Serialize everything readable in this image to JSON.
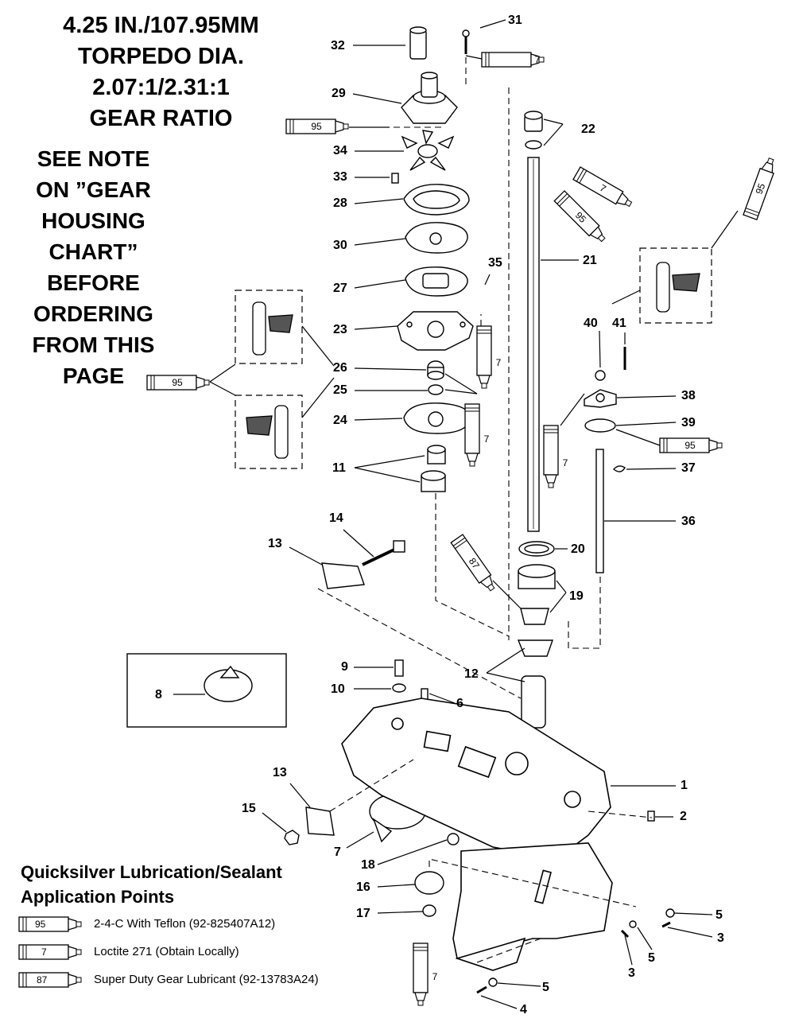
{
  "header": {
    "title_lines": [
      "4.25 IN./107.95MM",
      "TORPEDO DIA.",
      "2.07:1/2.31:1",
      "GEAR RATIO"
    ]
  },
  "note": {
    "lines": [
      "SEE NOTE",
      "ON ”GEAR",
      "HOUSING",
      "CHART”",
      "BEFORE",
      "ORDERING",
      "FROM THIS",
      "PAGE"
    ]
  },
  "callouts": [
    "1",
    "2",
    "3",
    "3",
    "4",
    "5",
    "5",
    "5",
    "6",
    "7",
    "8",
    "9",
    "10",
    "11",
    "12",
    "13",
    "13",
    "14",
    "15",
    "16",
    "17",
    "18",
    "19",
    "20",
    "21",
    "22",
    "23",
    "24",
    "25",
    "26",
    "27",
    "28",
    "29",
    "30",
    "31",
    "32",
    "33",
    "34",
    "35",
    "36",
    "37",
    "38",
    "39",
    "40",
    "41"
  ],
  "tube_labels": {
    "t95": "95",
    "t7": "7",
    "t87": "87"
  },
  "legend": {
    "title_line1": "Quicksilver Lubrication/Sealant",
    "title_line2": "Application Points",
    "items": [
      {
        "code": "95",
        "text": "2-4-C  With Teflon (92-825407A12)"
      },
      {
        "code": "7",
        "text": "Loctite 271 (Obtain Locally)"
      },
      {
        "code": "87",
        "text": "Super Duty Gear Lubricant (92-13783A24)"
      }
    ]
  }
}
